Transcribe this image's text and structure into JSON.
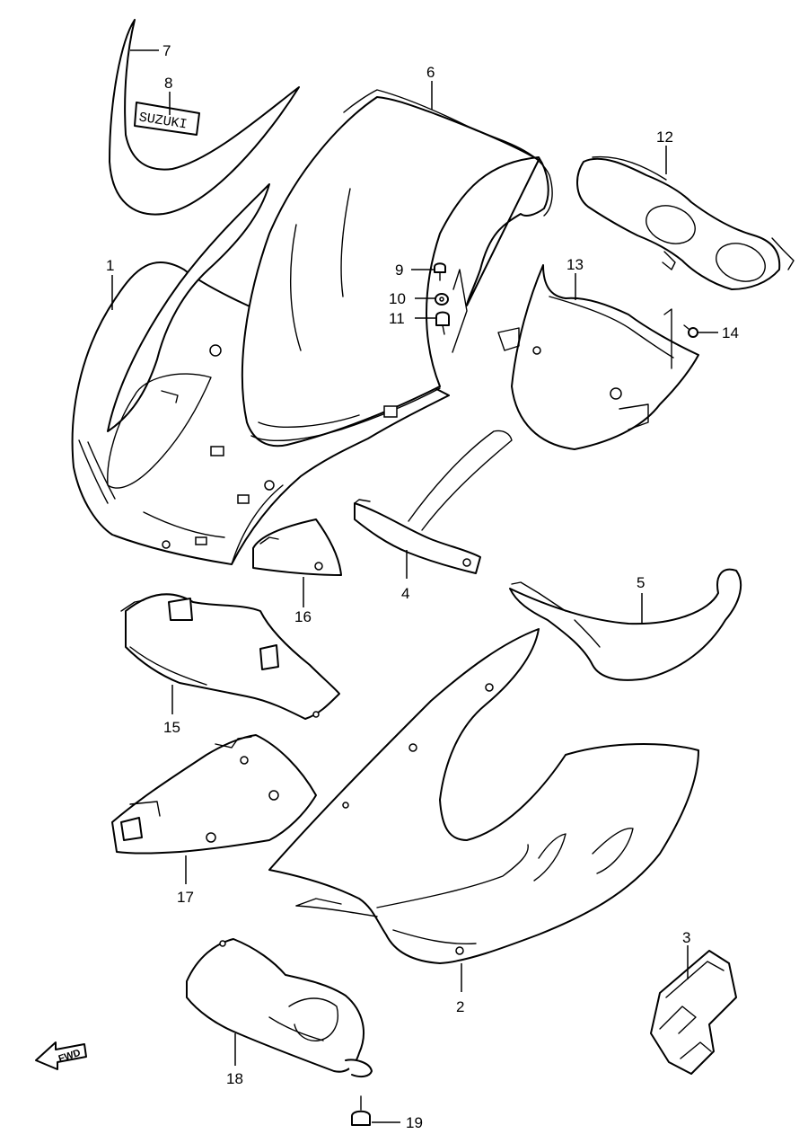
{
  "callouts": [
    {
      "id": "1",
      "label": "1"
    },
    {
      "id": "2",
      "label": "2"
    },
    {
      "id": "3",
      "label": "3"
    },
    {
      "id": "4",
      "label": "4"
    },
    {
      "id": "5",
      "label": "5"
    },
    {
      "id": "6",
      "label": "6"
    },
    {
      "id": "7",
      "label": "7"
    },
    {
      "id": "8",
      "label": "8"
    },
    {
      "id": "9",
      "label": "9"
    },
    {
      "id": "10",
      "label": "10"
    },
    {
      "id": "11",
      "label": "11"
    },
    {
      "id": "12",
      "label": "12"
    },
    {
      "id": "13",
      "label": "13"
    },
    {
      "id": "14",
      "label": "14"
    },
    {
      "id": "15",
      "label": "15"
    },
    {
      "id": "16",
      "label": "16"
    },
    {
      "id": "17",
      "label": "17"
    },
    {
      "id": "18",
      "label": "18"
    },
    {
      "id": "19",
      "label": "19"
    }
  ],
  "decal_text": "SUZUKI",
  "fwd_arrow": {
    "icon": "fwd-arrow-icon",
    "label": "FWD"
  }
}
